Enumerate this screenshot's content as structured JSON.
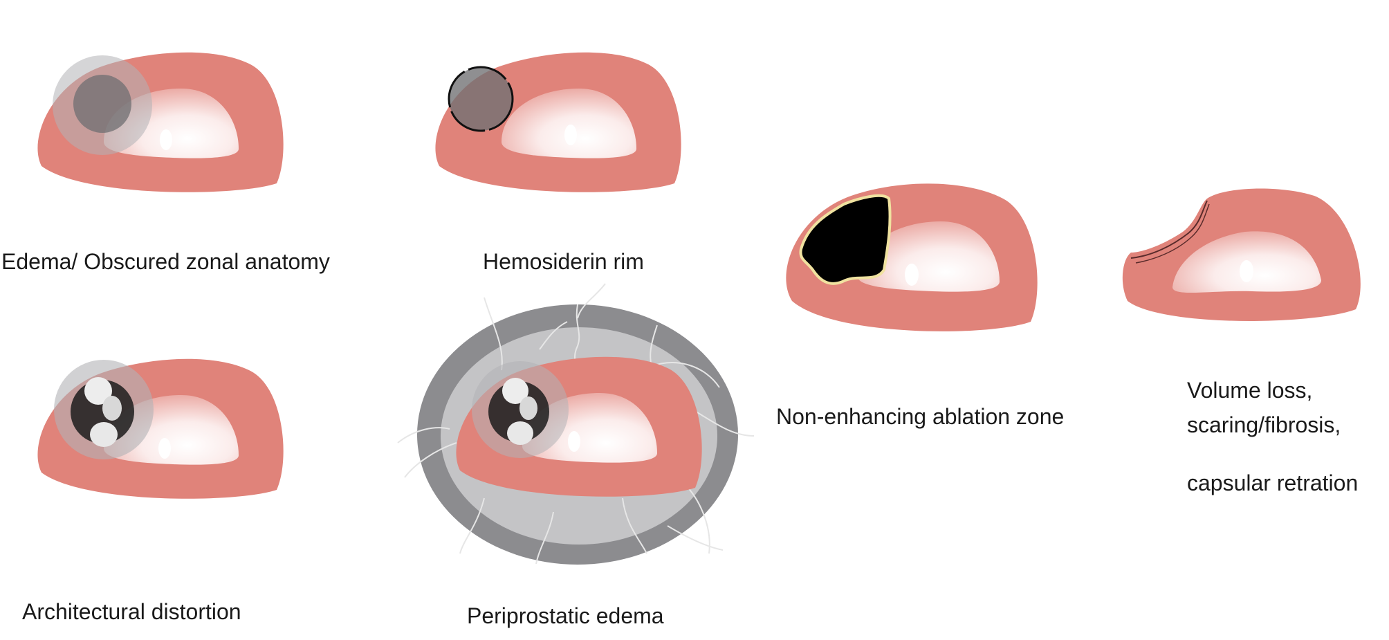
{
  "colors": {
    "prostate": "#e0837a",
    "zone_light": "#f3d6d4",
    "urethra": "#ffffff",
    "gray_lesion": "#6f6f72",
    "gray_light": "#b3b3b6",
    "ablation": "#000000",
    "ablation_rim": "#f0e2a0",
    "edema_outer": "#8c8c8f",
    "edema_inner": "#c4c4c6",
    "vessel": "#e6e6e6"
  },
  "labels": {
    "edema": "Edema/ Obscured zonal anatomy",
    "hemosiderin": "Hemosiderin rim",
    "ablation": "Non-enhancing ablation zone",
    "volume_loss_1": "Volume loss,",
    "volume_loss_2": "scaring/fibrosis,",
    "volume_loss_3": "capsular retration",
    "architectural": "Architectural distortion",
    "periprostatic": "Periprostatic edema"
  }
}
